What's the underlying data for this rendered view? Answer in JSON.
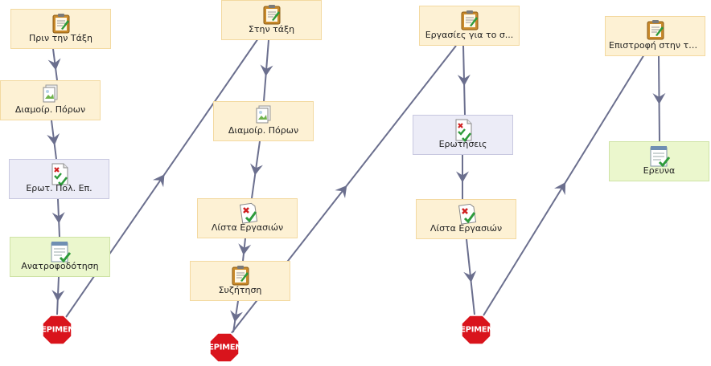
{
  "nodes": [
    {
      "id": "n1",
      "label": "Πριν την Τάξη",
      "icon": "notepad-icon",
      "style": "step"
    },
    {
      "id": "n2",
      "label": "Διαμοίρ. Πόρων",
      "icon": "shared-resource-icon",
      "style": "step"
    },
    {
      "id": "n3",
      "label": "Ερωτ. Πολ. Επ.",
      "icon": "quiz-icon",
      "style": "quiz"
    },
    {
      "id": "n4",
      "label": "Ανατροφοδότηση",
      "icon": "survey-icon",
      "style": "survey"
    },
    {
      "id": "n5",
      "label": "Στην τάξη",
      "icon": "notepad-icon",
      "style": "step"
    },
    {
      "id": "n6",
      "label": "Διαμοίρ. Πόρων",
      "icon": "shared-resource-icon",
      "style": "step"
    },
    {
      "id": "n7",
      "label": "Λίστα Εργασιών",
      "icon": "task-list-icon",
      "style": "step"
    },
    {
      "id": "n8",
      "label": "Συζήτηση",
      "icon": "notepad-icon",
      "style": "step"
    },
    {
      "id": "n9",
      "label": "Εργασίες για το σ...",
      "icon": "notepad-icon",
      "style": "step"
    },
    {
      "id": "n10",
      "label": "Ερωτήσεις",
      "icon": "quiz-icon",
      "style": "quiz"
    },
    {
      "id": "n11",
      "label": "Λίστα Εργασιών",
      "icon": "task-list-icon",
      "style": "step"
    },
    {
      "id": "n12",
      "label": "Επιστροφή στην τά...",
      "icon": "notepad-icon",
      "style": "step"
    },
    {
      "id": "n13",
      "label": "Ερευνα",
      "icon": "survey-icon",
      "style": "survey"
    }
  ],
  "stops": [
    {
      "id": "s1",
      "label": "ΠΕΡΙΜΕΝΕ",
      "icon": "stop-sign-icon"
    },
    {
      "id": "s2",
      "label": "ΠΕΡΙΜΕΝΕ",
      "icon": "stop-sign-icon"
    },
    {
      "id": "s3",
      "label": "ΠΕΡΙΜΕΝΕ",
      "icon": "stop-sign-icon"
    }
  ],
  "colors": {
    "wire": "#6b6f8e",
    "stop": "#d9141c",
    "step_bg": "#fdf1d4",
    "quiz_bg": "#ececf7",
    "survey_bg": "#ebf7cd"
  }
}
